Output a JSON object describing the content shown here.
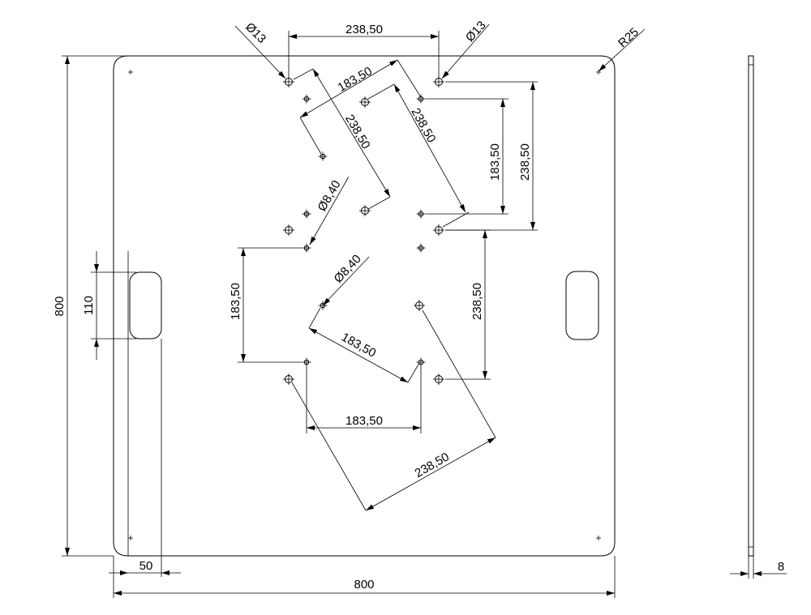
{
  "drawing": {
    "dimensions": {
      "plate_width": "800",
      "plate_height": "800",
      "slot_height": "110",
      "slot_offset": "50",
      "thickness": "8",
      "corner_radius": "R25",
      "big_hole_dia_left": "Ø13",
      "big_hole_dia_right": "Ø13",
      "small_hole_dia_upper": "Ø8,40",
      "small_hole_dia_lower": "Ø8,40",
      "top_spacing": "238,50",
      "diag_upper_1": "183,50",
      "diag_upper_2": "238,50",
      "diag_upper_3": "238,50",
      "right_vertical_short": "183,50",
      "right_vertical_long": "238,50",
      "left_vertical": "183,50",
      "right_lower_vertical": "238,50",
      "diag_lower": "183,50",
      "bottom_horizontal": "183,50",
      "diag_bottom": "238,50"
    }
  }
}
